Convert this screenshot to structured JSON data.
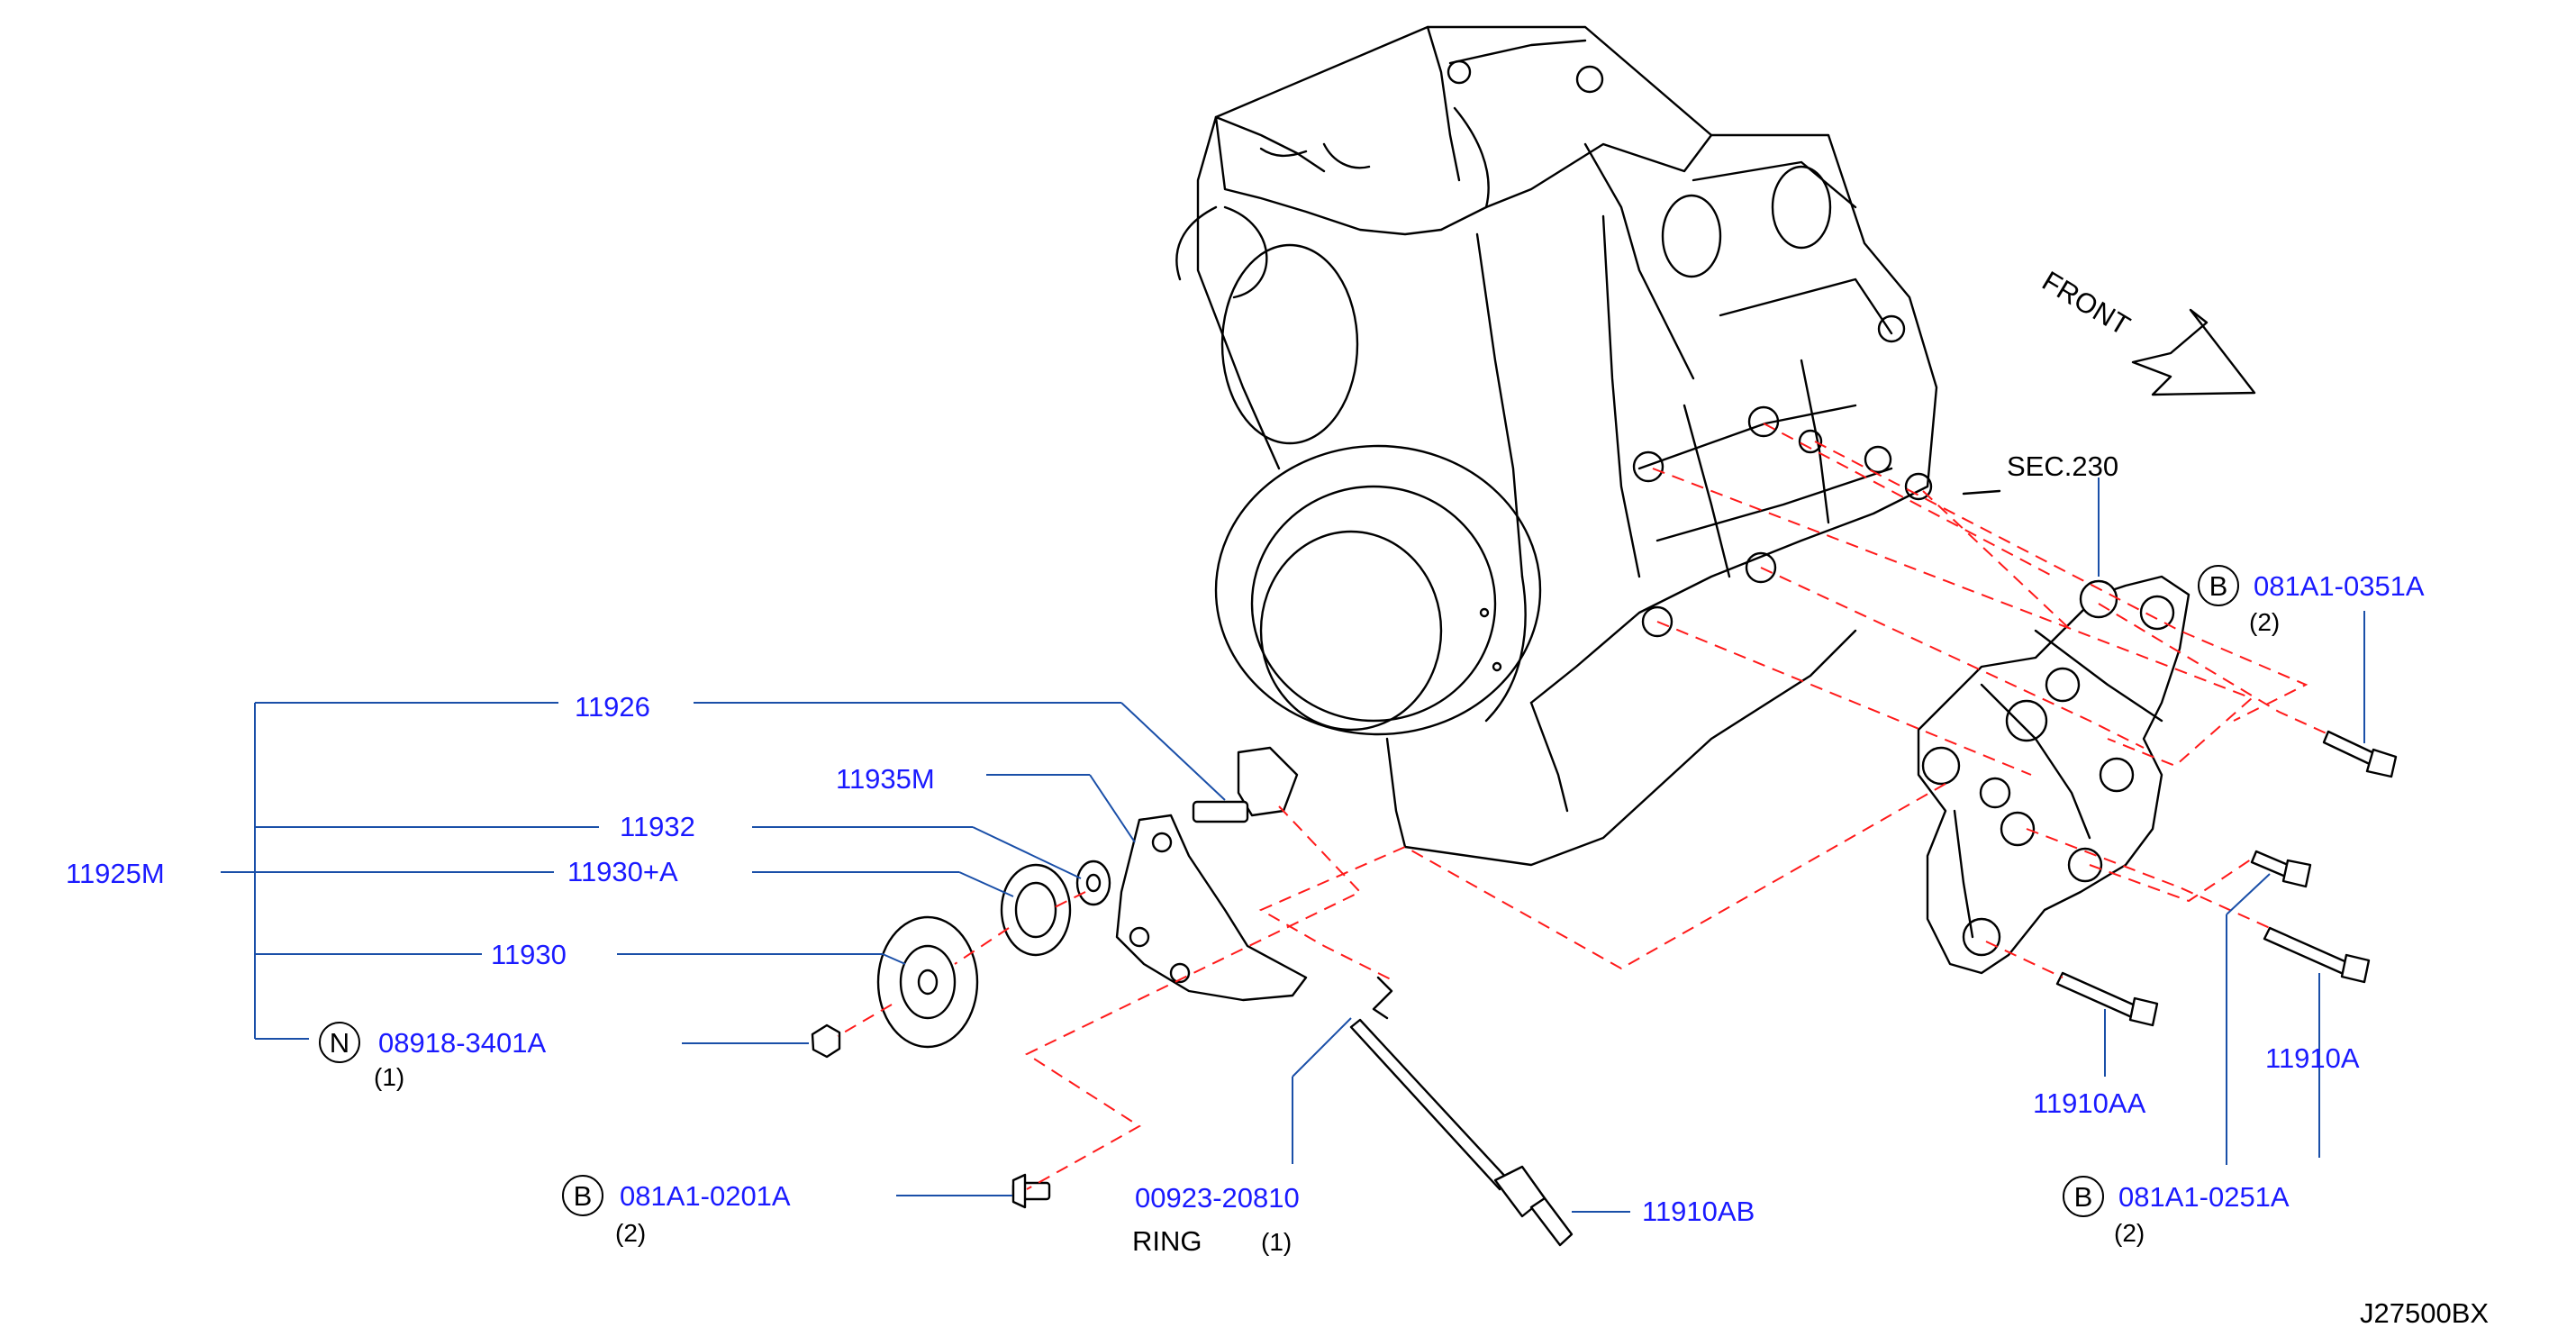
{
  "labels": {
    "p11926": "11926",
    "p11935M": "11935M",
    "p11932": "11932",
    "p11925M": "11925M",
    "p11930A": "11930+A",
    "p11930": "11930",
    "p08918": "08918-3401A",
    "p08918_qty": "(1)",
    "p08918_badge": "N",
    "p0201": "081A1-0201A",
    "p0201_qty": "(2)",
    "p0201_badge": "B",
    "p00923": "00923-20810",
    "ring": "RING",
    "ring_qty": "(1)",
    "p11910AB": "11910AB",
    "sec230": "SEC.230",
    "front": "FRONT",
    "p0351": "081A1-0351A",
    "p0351_qty": "(2)",
    "p0351_badge": "B",
    "p11910AA": "11910AA",
    "p11910A": "11910A",
    "p0251": "081A1-0251A",
    "p0251_qty": "(2)",
    "p0251_badge": "B",
    "diagram_id": "J27500BX"
  },
  "colors": {
    "part_number": "#1a1aff",
    "leader_line": "#1a4fa8",
    "phantom_line": "#ff1a1a",
    "outline": "#000000"
  }
}
